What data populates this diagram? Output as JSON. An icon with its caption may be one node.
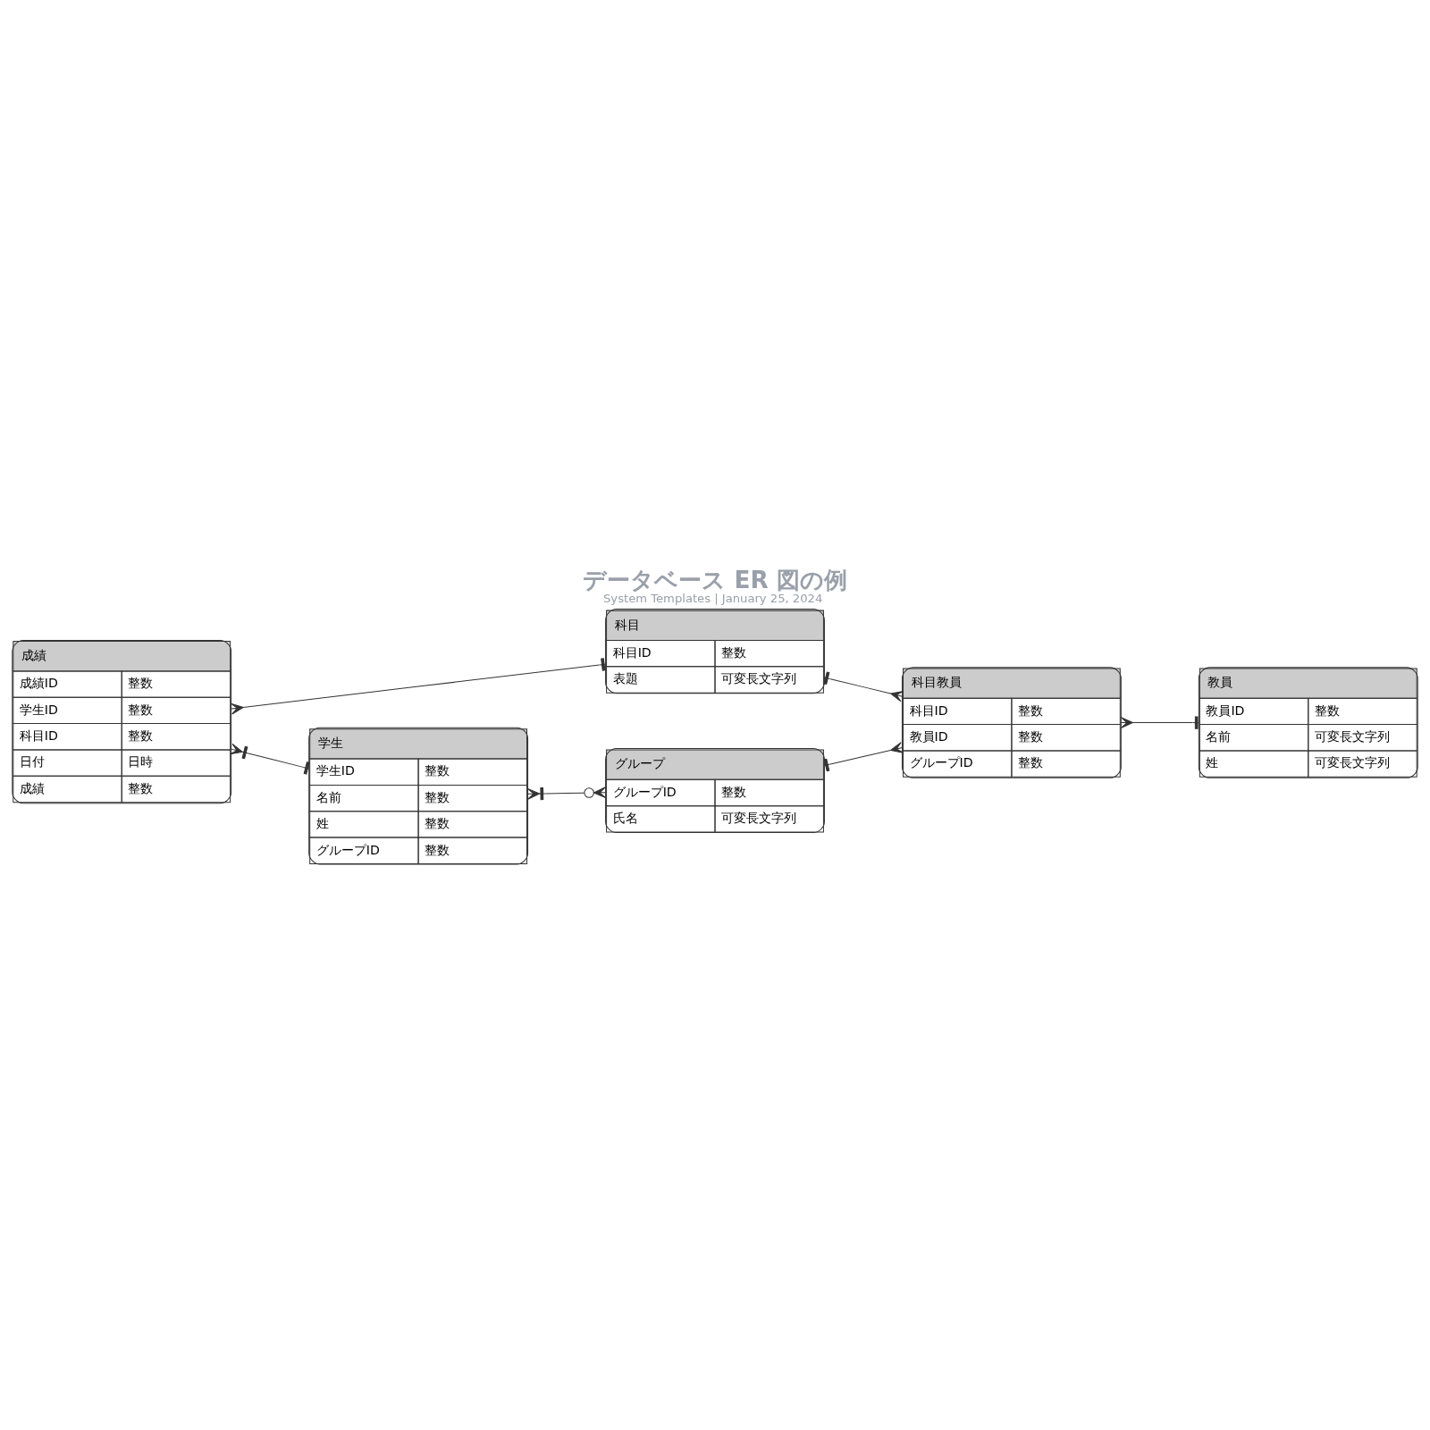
{
  "diagram": {
    "title": "データベース ER 図の例",
    "caption": "System Templates | January 25, 2024",
    "nodes": [
      {
        "text": [
          "成績",
          "成績ID",
          "整数",
          "学生ID",
          "整数",
          "科目ID",
          "整数",
          "日付",
          "日時",
          "成績",
          "整数"
        ]
      },
      {
        "text": [
          "科目",
          "科目ID",
          "整数",
          "表題",
          "可変長文字列"
        ]
      },
      {
        "text": [
          "学生",
          "学生ID",
          "整数",
          "名前",
          "整数",
          "姓",
          "整数",
          "グループID",
          "整数"
        ]
      },
      {
        "text": [
          "グループ",
          "グループID",
          "整数",
          "氏名",
          "可変長文字列"
        ]
      },
      {
        "text": [
          "科目教員",
          "科目ID",
          "整数",
          "教員ID",
          "整数",
          "グループID",
          "整数"
        ]
      },
      {
        "text": [
          "教員",
          "教員ID",
          "整数",
          "名前",
          "可変長文字列",
          "姓",
          "可変長文字列"
        ]
      }
    ],
    "edges": [
      {
        "from": 0,
        "to": 1,
        "arrow": "other"
      },
      {
        "from": 0,
        "to": 2,
        "arrow": "other"
      },
      {
        "from": 2,
        "to": 3,
        "arrow": "other"
      },
      {
        "from": 3,
        "to": 4,
        "arrow": "other"
      },
      {
        "from": 1,
        "to": 4,
        "arrow": "other"
      },
      {
        "from": 4,
        "to": 5,
        "arrow": "other"
      }
    ]
  }
}
